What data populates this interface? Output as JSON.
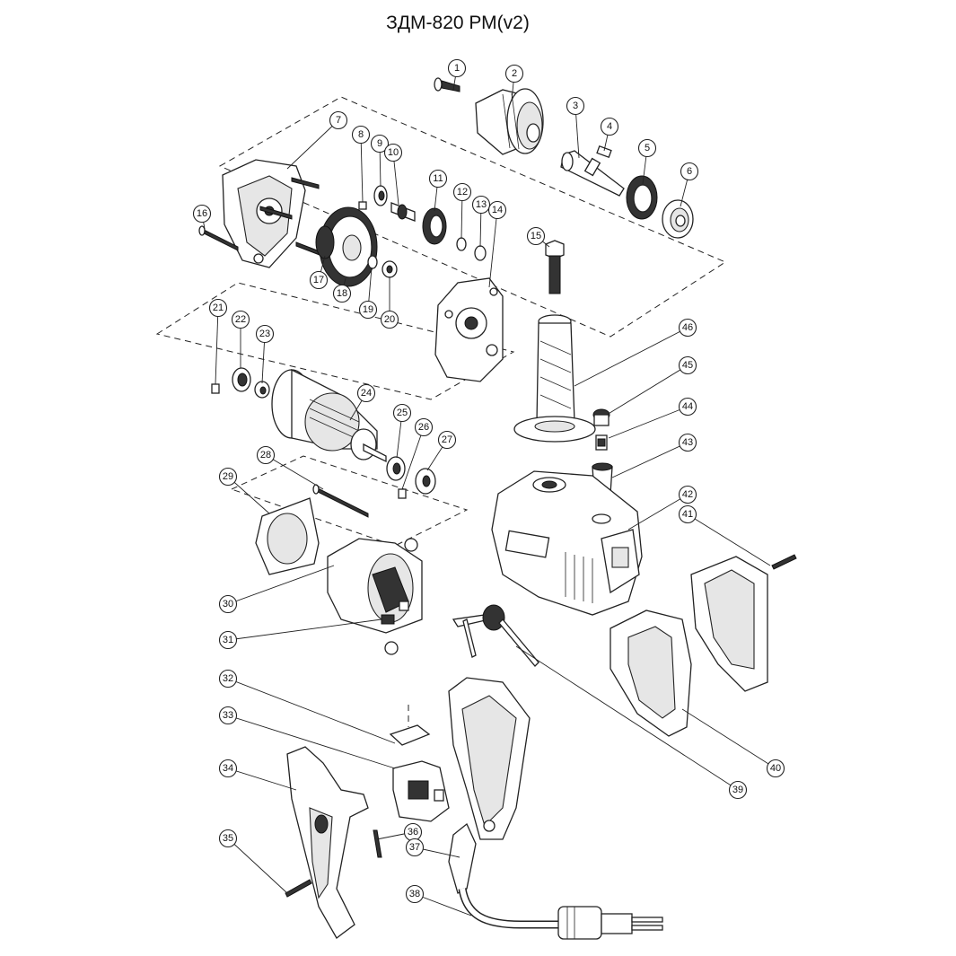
{
  "title": "ЗДМ-820 РМ(v2)",
  "parts": [
    {
      "n": "1"
    },
    {
      "n": "2"
    },
    {
      "n": "3"
    },
    {
      "n": "4"
    },
    {
      "n": "5"
    },
    {
      "n": "6"
    },
    {
      "n": "7"
    },
    {
      "n": "8"
    },
    {
      "n": "9"
    },
    {
      "n": "10"
    },
    {
      "n": "11"
    },
    {
      "n": "12"
    },
    {
      "n": "13"
    },
    {
      "n": "14"
    },
    {
      "n": "15"
    },
    {
      "n": "16"
    },
    {
      "n": "17"
    },
    {
      "n": "18"
    },
    {
      "n": "19"
    },
    {
      "n": "20"
    },
    {
      "n": "21"
    },
    {
      "n": "22"
    },
    {
      "n": "23"
    },
    {
      "n": "24"
    },
    {
      "n": "25"
    },
    {
      "n": "26"
    },
    {
      "n": "27"
    },
    {
      "n": "28"
    },
    {
      "n": "29"
    },
    {
      "n": "30"
    },
    {
      "n": "31"
    },
    {
      "n": "32"
    },
    {
      "n": "33"
    },
    {
      "n": "34"
    },
    {
      "n": "35"
    },
    {
      "n": "36"
    },
    {
      "n": "37"
    },
    {
      "n": "38"
    },
    {
      "n": "39"
    },
    {
      "n": "40"
    },
    {
      "n": "41"
    },
    {
      "n": "42"
    },
    {
      "n": "43"
    },
    {
      "n": "44"
    },
    {
      "n": "45"
    },
    {
      "n": "46"
    }
  ]
}
